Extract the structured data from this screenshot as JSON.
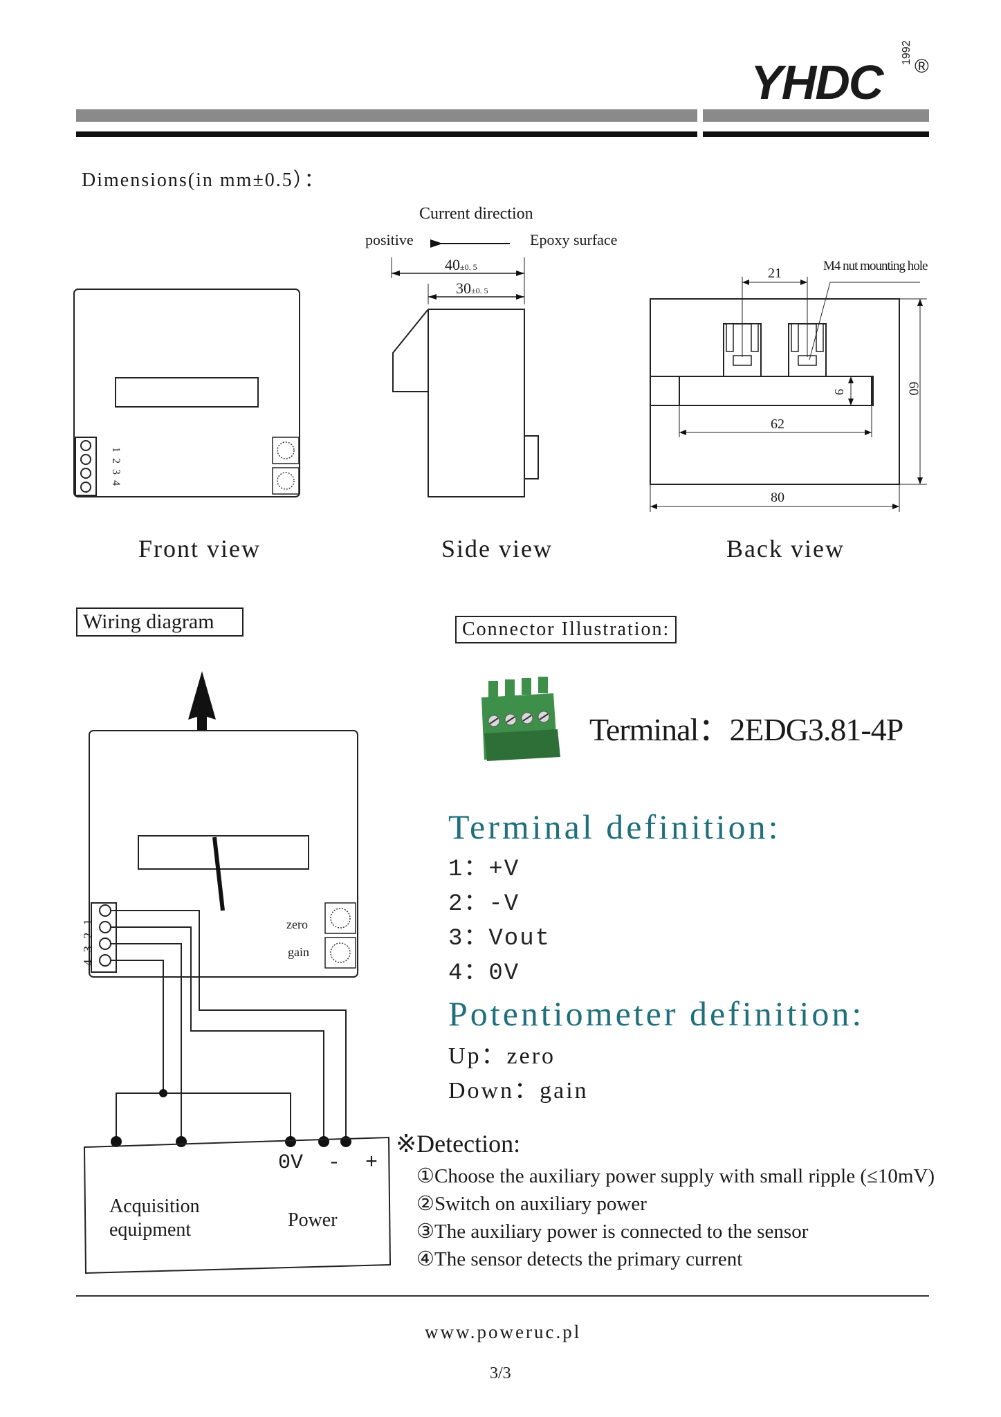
{
  "header": {
    "logo_text": "YHDC",
    "logo_year": "1992",
    "registered_mark": "®"
  },
  "dimensions": {
    "title": "Dimensions(in mm±0.5）：",
    "current_direction": "Current direction",
    "positive": "positive",
    "epoxy_surface": "Epoxy surface",
    "side_dim_outer": "40",
    "side_dim_outer_tol": "±0. 5",
    "side_dim_inner": "30",
    "side_dim_inner_tol": "±0. 5",
    "back_dim_21": "21",
    "m4_label": "M4 nut mounting hole",
    "back_dim_9": "9",
    "back_dim_60": "60",
    "back_dim_62": "62",
    "back_dim_80": "80",
    "front_pins": "1 2 3 4",
    "views": {
      "front": "Front view",
      "side": "Side view",
      "back": "Back view"
    }
  },
  "wiring": {
    "title": "Wiring diagram",
    "pins": "4 3 2 1",
    "zero": "zero",
    "gain": "gain",
    "terminal_labels": "0V  -  +",
    "acquisition": "Acquisition",
    "equipment": "equipment",
    "power": "Power"
  },
  "connector": {
    "title": "Connector Illustration:",
    "terminal": "Terminal：2EDG3.81-4P"
  },
  "terminal_definition": {
    "title": "Terminal definition:",
    "items": [
      "1：+V",
      "2：-V",
      "3：Vout",
      "4：0V"
    ]
  },
  "potentiometer_definition": {
    "title": "Potentiometer definition:",
    "items": [
      "Up：zero",
      "Down：gain"
    ]
  },
  "detection": {
    "title": "※Detection:",
    "steps": [
      "①Choose the auxiliary power supply with small ripple (≤10mV)",
      "②Switch on auxiliary power",
      "③The auxiliary power is connected to the sensor",
      "④The sensor detects the primary current"
    ]
  },
  "footer": {
    "website": "www.poweruc.pl",
    "page": "3/3"
  }
}
